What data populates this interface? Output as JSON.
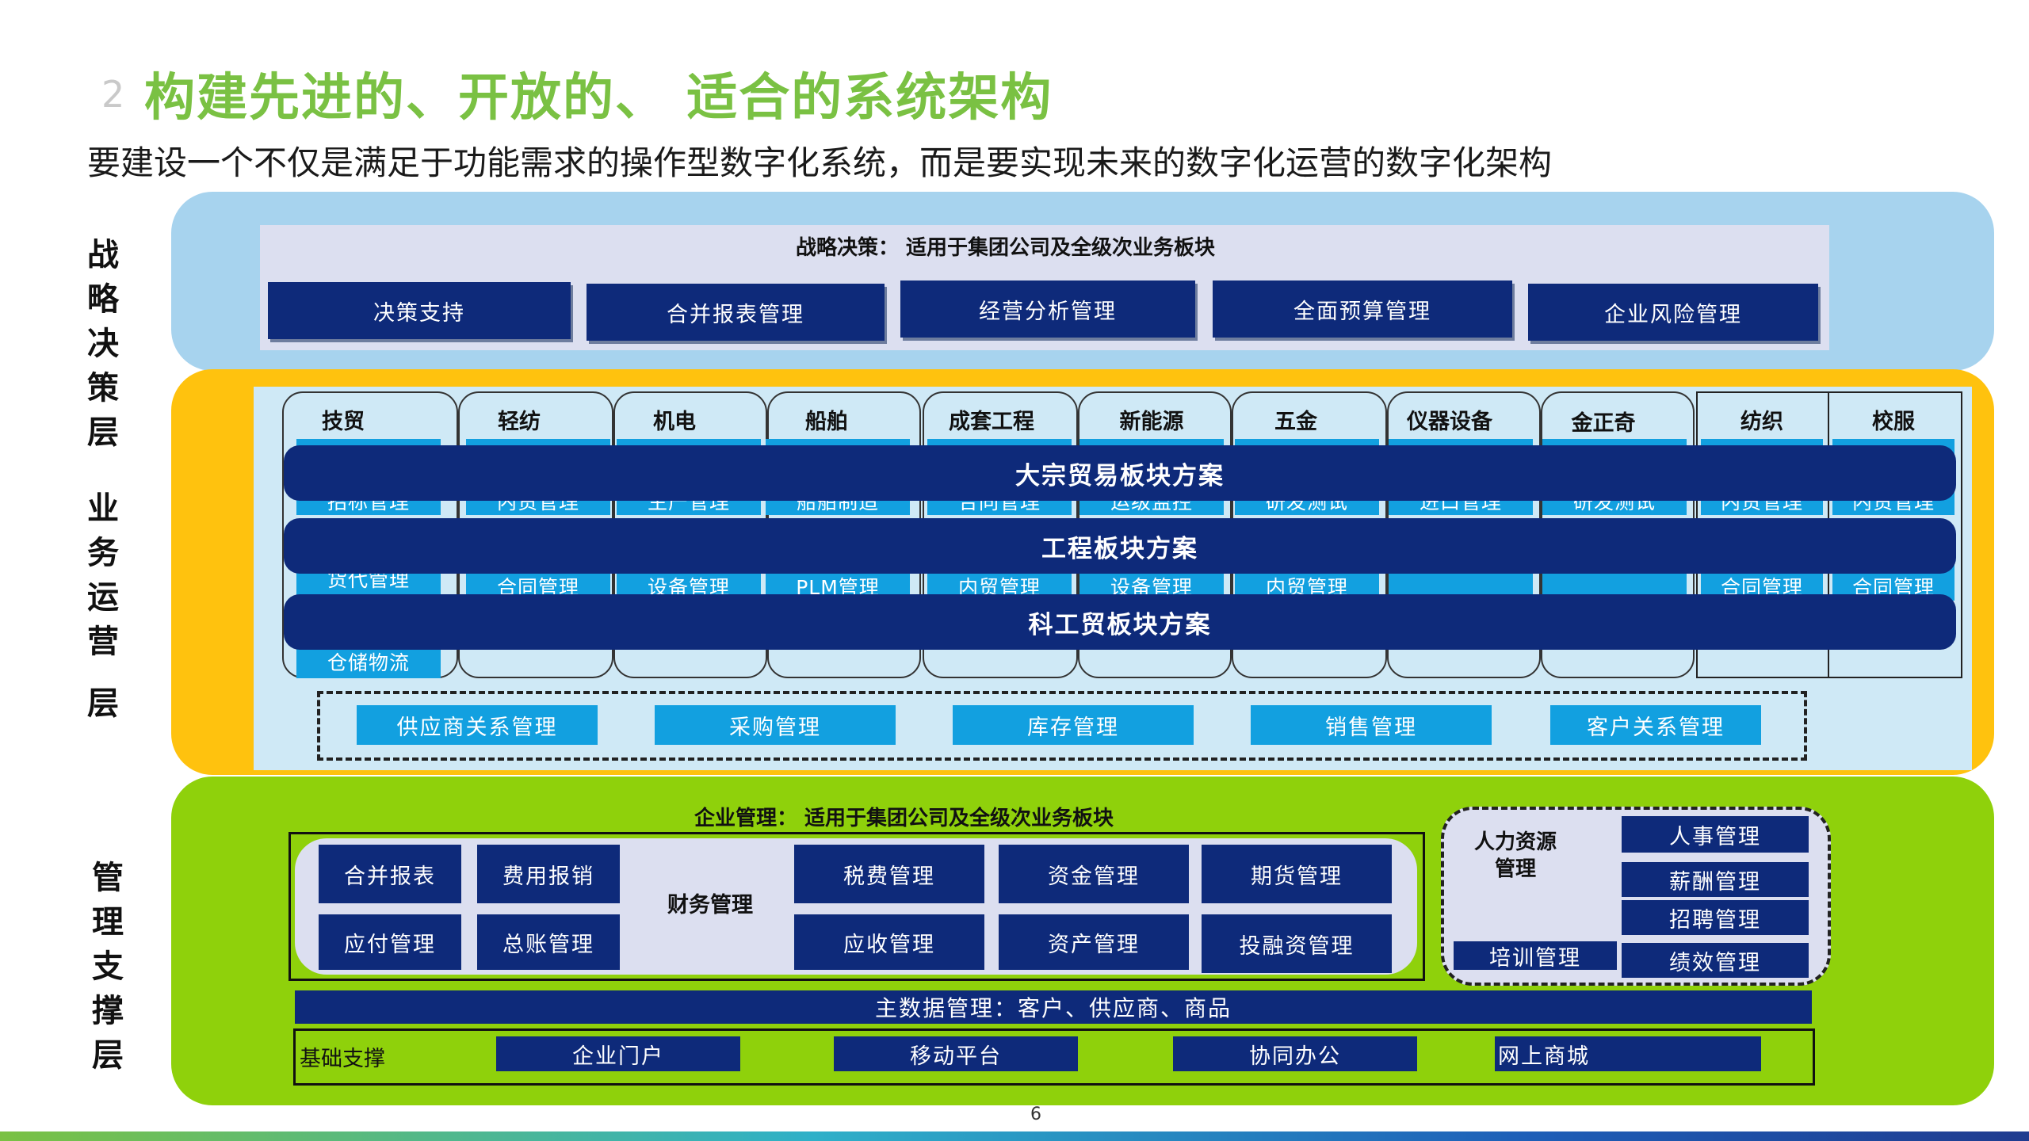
{
  "header": {
    "number": "2",
    "title": "构建先进的、开放的、 适合的系统架构",
    "subtitle": "要建设一个不仅是满足于功能需求的操作型数字化系统，而是要实现未来的数字化运营的数字化架构"
  },
  "side_labels": {
    "strategy": [
      "战",
      "略",
      "决",
      "策",
      "层"
    ],
    "business": [
      "业",
      "务",
      "运",
      "营",
      "层"
    ],
    "management": [
      "管",
      "理",
      "支",
      "撑",
      "层"
    ]
  },
  "strategy": {
    "caption": "战略决策：  适用于集团公司及全级次业务板块",
    "buttons": [
      "决策支持",
      "合并报表管理",
      "经营分析管理",
      "全面预算管理",
      "企业风险管理"
    ]
  },
  "business": {
    "columns": [
      "技贸",
      "轻纺",
      "机电",
      "船舶",
      "成套工程",
      "新能源",
      "五金",
      "仪器设备",
      "金正奇",
      "纺织",
      "校服"
    ],
    "row1": [
      "招标管理",
      "内贸管理",
      "生产管理",
      "船舶制造",
      "合同管理",
      "运级监控",
      "研发测试",
      "进口管理",
      "研发测试",
      "内贸管理",
      "内贸管理"
    ],
    "row2": [
      "货代管理",
      "合同管理",
      "设备管理",
      "PLM管理",
      "内贸管理",
      "设备管理",
      "内贸管理",
      "",
      "",
      "合同管理",
      "合同管理"
    ],
    "row3_extra": "仓储物流",
    "bars": [
      "大宗贸易板块方案",
      "工程板块方案",
      "科工贸板块方案"
    ],
    "common": [
      "供应商关系管理",
      "采购管理",
      "库存管理",
      "销售管理",
      "客户关系管理"
    ]
  },
  "management": {
    "caption": "企业管理：  适用于集团公司及全级次业务板块",
    "finance_label": "财务管理",
    "finance_left": [
      "合并报表",
      "费用报销",
      "应付管理",
      "总账管理"
    ],
    "finance_right": [
      "税费管理",
      "资金管理",
      "期货管理",
      "应收管理",
      "资产管理",
      "投融资管理"
    ],
    "hr_label": "人力资源\n管理",
    "hr_items": [
      "人事管理",
      "薪酬管理",
      "招聘管理",
      "绩效管理"
    ],
    "hr_training": "培训管理",
    "master_data": "主数据管理：客户、供应商、商品",
    "base_label": "基础支撑",
    "base_items": [
      "企业门户",
      "移动平台",
      "协同办公",
      "网上商城"
    ]
  },
  "footer": {
    "page": "6"
  }
}
